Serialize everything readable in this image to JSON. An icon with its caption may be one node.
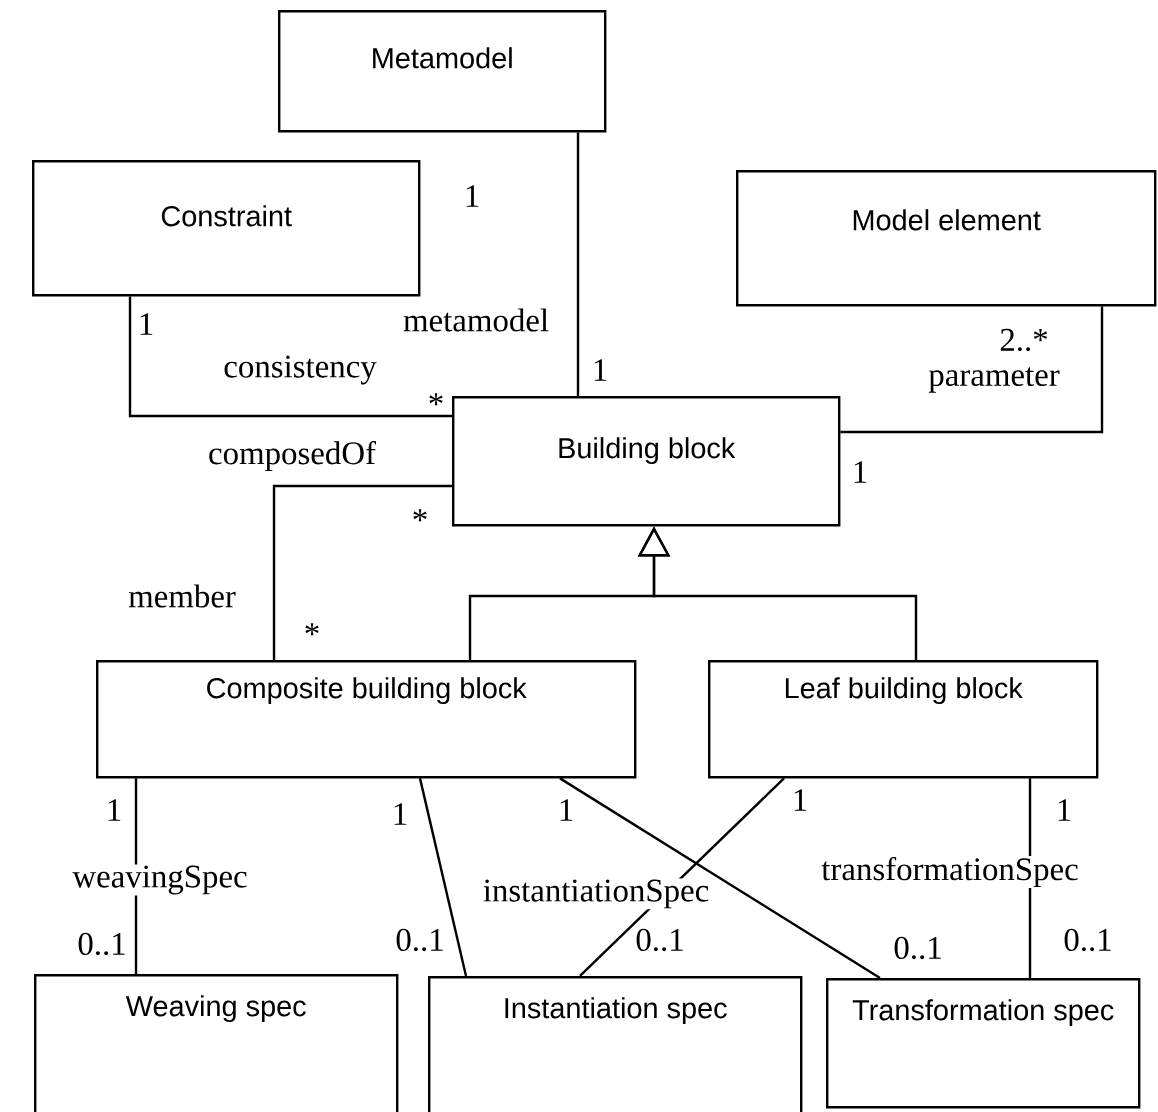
{
  "diagram": {
    "nodes": [
      {
        "text": [
          "Metamodel"
        ]
      },
      {
        "text": [
          "Constraint"
        ]
      },
      {
        "text": [
          "Model element"
        ]
      },
      {
        "text": [
          "Building block"
        ]
      },
      {
        "text": [
          "Composite building block"
        ]
      },
      {
        "text": [
          "Leaf building block"
        ]
      },
      {
        "text": [
          "Weaving spec"
        ]
      },
      {
        "text": [
          "Instantiation spec"
        ]
      },
      {
        "text": [
          "Transformation spec"
        ]
      }
    ],
    "edges": [
      {
        "from": 0,
        "to": 3,
        "arrow": "none",
        "label": "metamodel"
      },
      {
        "from": 1,
        "to": 3,
        "arrow": "none",
        "label": "consistency"
      },
      {
        "from": 2,
        "to": 3,
        "arrow": "none",
        "label": "parameter"
      },
      {
        "from": 3,
        "to": 4,
        "arrow": "none",
        "label": "composedOf"
      },
      {
        "from": 4,
        "to": 3,
        "arrow": "to"
      },
      {
        "from": 5,
        "to": 3,
        "arrow": "to"
      },
      {
        "from": 4,
        "to": 6,
        "arrow": "none",
        "label": "weavingSpec"
      },
      {
        "from": 4,
        "to": 7,
        "arrow": "none",
        "label": "instantiationSpec"
      },
      {
        "from": 4,
        "to": 8,
        "arrow": "none"
      },
      {
        "from": 5,
        "to": 7,
        "arrow": "none"
      },
      {
        "from": 5,
        "to": 8,
        "arrow": "none",
        "label": "transformationSpec"
      }
    ],
    "labels": [
      "1",
      "1",
      "2..*",
      "1",
      "*",
      "1",
      "*",
      "member",
      "*",
      "1",
      "1",
      "1",
      "1",
      "1",
      "0..1",
      "0..1",
      "0..1",
      "0..1",
      "0..1"
    ]
  }
}
